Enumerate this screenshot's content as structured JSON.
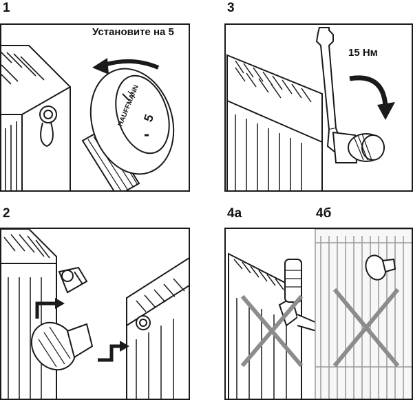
{
  "steps": [
    {
      "number": "1",
      "caption": "Установите на 5",
      "dial_brand": "HAUFFMANN",
      "dial_value": "5"
    },
    {
      "number": "2"
    },
    {
      "number": "3",
      "caption": "15 Нм"
    },
    {
      "number": "4а"
    },
    {
      "number": "4б"
    }
  ],
  "colors": {
    "line": "#1a1a1a",
    "fill_light": "#ffffff",
    "fill_grey": "#9a9a9a",
    "cross": "#8c8c8c",
    "shade": "#d8d8d8"
  }
}
